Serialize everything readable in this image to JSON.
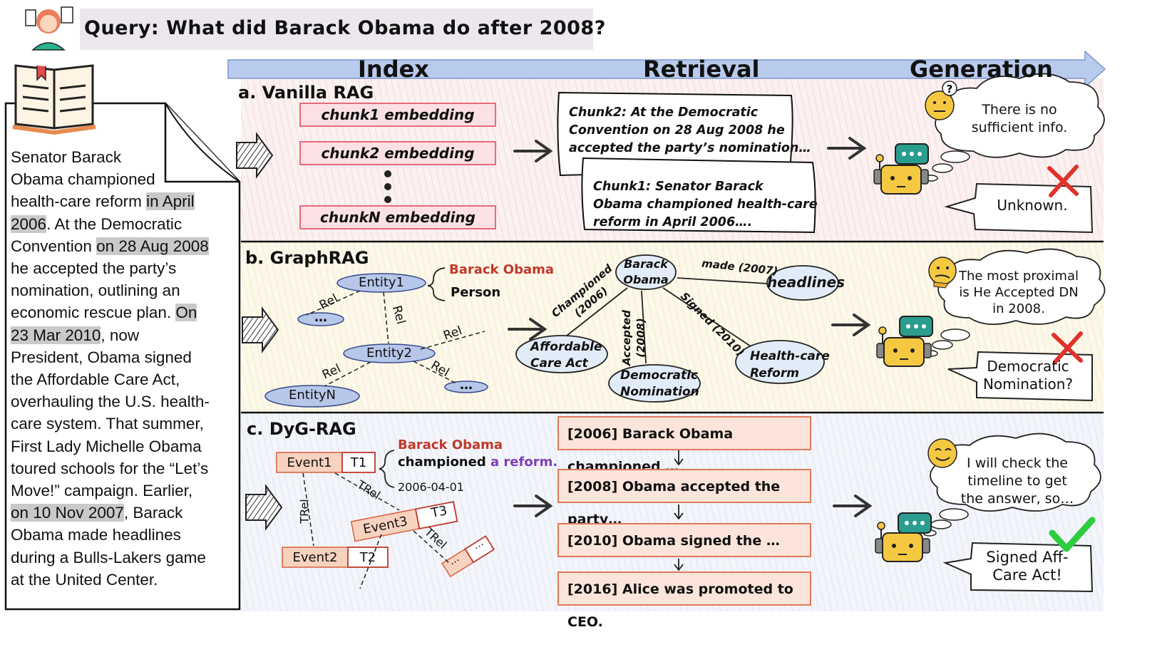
{
  "query": {
    "label": "Query:",
    "text": "What did Barack Obama do after 2008?"
  },
  "document": {
    "lines": [
      [
        {
          "t": "Senator Barack",
          "h": false
        }
      ],
      [
        {
          "t": "Obama championed",
          "h": false
        }
      ],
      [
        {
          "t": "health-care reform ",
          "h": false
        },
        {
          "t": "in April",
          "h": true
        }
      ],
      [
        {
          "t": "2006",
          "h": true
        },
        {
          "t": ". At the Democratic",
          "h": false
        }
      ],
      [
        {
          "t": "Convention ",
          "h": false
        },
        {
          "t": "on 28 Aug 2008",
          "h": true
        }
      ],
      [
        {
          "t": "he accepted the party’s",
          "h": false
        }
      ],
      [
        {
          "t": "nomination, outlining an",
          "h": false
        }
      ],
      [
        {
          "t": "economic rescue plan. ",
          "h": false
        },
        {
          "t": "On",
          "h": true
        }
      ],
      [
        {
          "t": "23 Mar 2010",
          "h": true
        },
        {
          "t": ", now",
          "h": false
        }
      ],
      [
        {
          "t": "President, Obama signed",
          "h": false
        }
      ],
      [
        {
          "t": "the Affordable Care Act,",
          "h": false
        }
      ],
      [
        {
          "t": "overhauling the U.S. health-",
          "h": false
        }
      ],
      [
        {
          "t": "care system. That summer,",
          "h": false
        }
      ],
      [
        {
          "t": "First Lady Michelle Obama",
          "h": false
        }
      ],
      [
        {
          "t": "toured schools for the “Let’s",
          "h": false
        }
      ],
      [
        {
          "t": "Move!” campaign. Earlier,",
          "h": false
        }
      ],
      [
        {
          "t": "on 10 Nov 2007",
          "h": true
        },
        {
          "t": ", Barack",
          "h": false
        }
      ],
      [
        {
          "t": "Obama made headlines",
          "h": false
        }
      ],
      [
        {
          "t": "during a Bulls-Lakers game",
          "h": false
        }
      ],
      [
        {
          "t": "at the United Center.",
          "h": false
        }
      ]
    ]
  },
  "stages": {
    "index": "Index",
    "retrieval": "Retrieval",
    "generation": "Generation"
  },
  "vanilla": {
    "title": "a. Vanilla RAG",
    "chunks": [
      "chunk1 embedding",
      "chunk2 embedding",
      "chunkN embedding"
    ],
    "retrieved": [
      [
        "Chunk2: At the Democratic",
        "Convention on 28 Aug 2008 he",
        "accepted the party’s nomination…"
      ],
      [
        "Chunk1: Senator Barack",
        "Obama championed health-care",
        "reform in April 2006…."
      ]
    ],
    "thought": [
      "There is no",
      "sufficient info."
    ],
    "answer": "Unknown."
  },
  "graphrag": {
    "title": "b. GraphRAG",
    "entity1": "Entity1",
    "entity2": "Entity2",
    "entityN": "EntityN",
    "dots": "…",
    "rel": "Rel",
    "entity_name": "Barack Obama",
    "entity_type": "Person",
    "center": [
      "Barack",
      "Obama"
    ],
    "nodes": {
      "aca": [
        "Affordable",
        "Care Act"
      ],
      "dem": [
        "Democratic",
        "Nomination"
      ],
      "hc": [
        "Health-care",
        "Reform"
      ],
      "headlines": "headlines"
    },
    "edges": {
      "championed": [
        "Championed",
        "(2006)"
      ],
      "accepted": [
        "Accepted",
        "(2008)"
      ],
      "signed": "Signed (2010)",
      "made": "made (2007)"
    },
    "thought": [
      "The most proximal",
      "is He Accepted DN",
      "in 2008."
    ],
    "answer": [
      "Democratic",
      "Nomination?"
    ]
  },
  "dygrag": {
    "title": "c. DyG-RAG",
    "event1": "Event1",
    "event2": "Event2",
    "event3": "Event3",
    "t1": "T1",
    "t2": "T2",
    "t3": "T3",
    "trel": "TRel",
    "dots": "…",
    "entity_name": "Barack Obama",
    "verb": "championed",
    "obj": "a reform.",
    "date": "2006-04-01",
    "timeline": [
      "[2006] Barack Obama championed …",
      "[2008] Obama accepted the party…",
      "[2010] Obama signed the …",
      "[2016] Alice was promoted to CEO."
    ],
    "thought": [
      "I will check the",
      "timeline to get",
      "the answer, so…"
    ],
    "answer": [
      "Signed Aff-",
      "Care Act!"
    ]
  },
  "colors": {
    "accent_red": "#c0392b",
    "node_blue": "#b7c7ea",
    "event_orange": "#f7d2bf",
    "check_green": "#2ecc40",
    "robot_yellow": "#f5c842",
    "robot_teal": "#2a9d8f"
  }
}
